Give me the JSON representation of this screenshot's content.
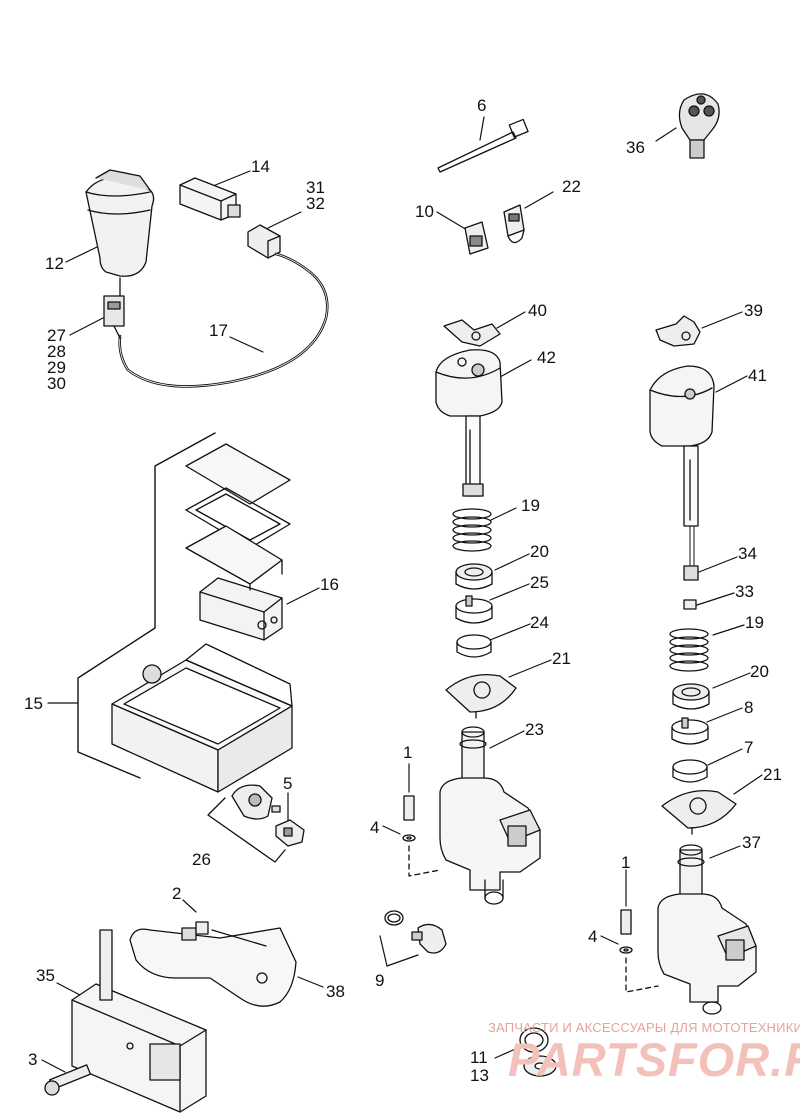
{
  "callouts": {
    "c1a": "1",
    "c1b": "1",
    "c2": "2",
    "c3": "3",
    "c4a": "4",
    "c4b": "4",
    "c5": "5",
    "c6": "6",
    "c7": "7",
    "c8": "8",
    "c9": "9",
    "c10": "10",
    "c11": "11",
    "c12": "12",
    "c13": "13",
    "c14": "14",
    "c15": "15",
    "c16": "16",
    "c17": "17",
    "c19a": "19",
    "c19b": "19",
    "c20a": "20",
    "c20b": "20",
    "c21a": "21",
    "c21b": "21",
    "c22": "22",
    "c23": "23",
    "c24": "24",
    "c25": "25",
    "c26": "26",
    "c27": "27",
    "c28": "28",
    "c29": "29",
    "c30": "30",
    "c31": "31",
    "c32": "32",
    "c33": "33",
    "c34": "34",
    "c35": "35",
    "c36": "36",
    "c37": "37",
    "c38": "38",
    "c39": "39",
    "c40": "40",
    "c41": "41",
    "c42": "42"
  },
  "watermark": {
    "top_text": "ЗАПЧАСТИ И АКСЕССУАРЫ ДЛЯ МОТОТЕХНИКИ",
    "brand_text": "PARTSFOR.RU"
  }
}
